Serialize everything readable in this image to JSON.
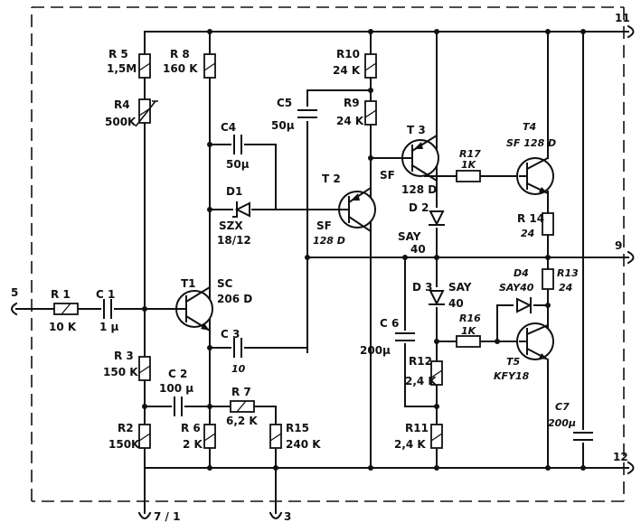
{
  "labels": {
    "r5_name": "R 5",
    "r5_val": "1,5M",
    "r4_name": "R4",
    "r4_val": "500K",
    "r8_name": "R 8",
    "r8_val": "160 K",
    "r10_name": "R10",
    "r10_val": "24 K",
    "r9_name": "R9",
    "r9_val": "24 K",
    "c5_name": "C5",
    "c5_val": "50μ",
    "c4_name": "C4",
    "c4_val": "50μ",
    "d1_name": "D1",
    "d1_val1": "SZX",
    "d1_val2": "18/12",
    "t1_name": "T1",
    "t1_val1": "SC",
    "t1_val2": "206 D",
    "t2_name": "T 2",
    "t2_val1": "SF",
    "t2_val2": "128 D",
    "t3_name": "T 3",
    "t3_val1": "SF",
    "t3_val2": "128 D",
    "t4_name": "T4",
    "t4_val": "SF 128 D",
    "t5_name": "T5",
    "t5_val": "KFY18",
    "r17_name": "R17",
    "r17_val": "1K",
    "r14_name": "R 14",
    "r14_val": "24",
    "r13_name": "R13",
    "r13_val": "24",
    "d2_name": "D 2",
    "d2_val1": "SAY",
    "d2_val2": "40",
    "d3_name": "D 3",
    "d3_val1": "SAY",
    "d3_val2": "40",
    "d4_name": "D4",
    "d4_val": "SAY40",
    "r16_name": "R16",
    "r16_val": "1K",
    "c6_name": "C 6",
    "c6_val": "200μ",
    "r12_name": "R12",
    "r12_val": "2,4 K",
    "r11_name": "R11",
    "r11_val": "2,4 K",
    "c7_name": "C7",
    "c7_val": "200μ",
    "r1_name": "R 1",
    "r1_val": "10 K",
    "c1_name": "C 1",
    "c1_val": "1 μ",
    "r3_name": "R 3",
    "r3_val": "150 K",
    "c2_name": "C 2",
    "c2_val": "100 μ",
    "r7_name": "R 7",
    "r7_val": "6,2 K",
    "c3_name": "C 3",
    "c3_val": "10",
    "r2_name": "R2",
    "r2_val": "150K",
    "r6_name": "R 6",
    "r6_val": "2 K",
    "r15_name": "R15",
    "r15_val": "240 K"
  },
  "terminals": {
    "t5": "5",
    "t11": "11",
    "t9": "9",
    "t12": "12",
    "t71": "7 / 1",
    "t3": "3"
  }
}
